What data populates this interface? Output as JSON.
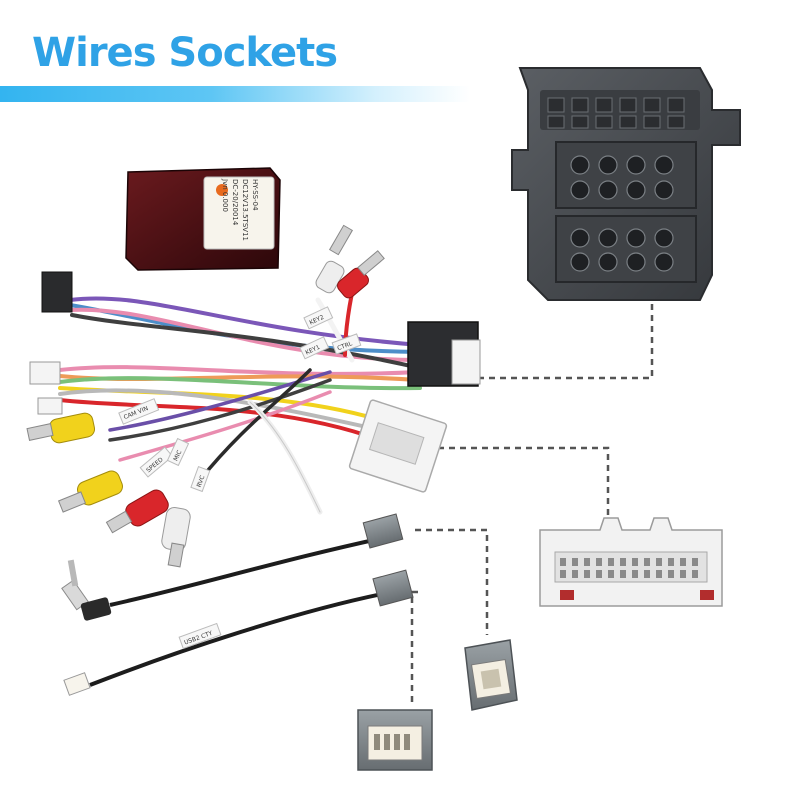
{
  "title": "Wires Sockets",
  "colors": {
    "title": "#2fa2e6",
    "title_bar": "#33b4f0",
    "connector_dark": "#4a4d52",
    "connector_white": "#f2f2f2",
    "adapter_gray": "#7d8488",
    "can_box": "#4a0f12",
    "rca_red": "#d9262b",
    "rca_white": "#eeeeee",
    "rca_yellow": "#f1d21c",
    "leader_line": "#555555"
  },
  "can_box": {
    "line1": "HY-SS-04",
    "line2": "DC12V13.5TSV11",
    "line3": "DC-20/20014",
    "line4": "Jvn 0.000"
  },
  "harness_labels": {
    "cam_vin": "CAM VIN",
    "mic": "MIC",
    "speed": "SPEED",
    "key1": "KEY1",
    "key2": "KEY2",
    "ctrl": "CTRL",
    "rvc": "RVC",
    "usb": "USB2 CTY"
  },
  "icons": [
    "rca-plug-icon",
    "antenna-plug-icon",
    "jst-plug-icon"
  ]
}
